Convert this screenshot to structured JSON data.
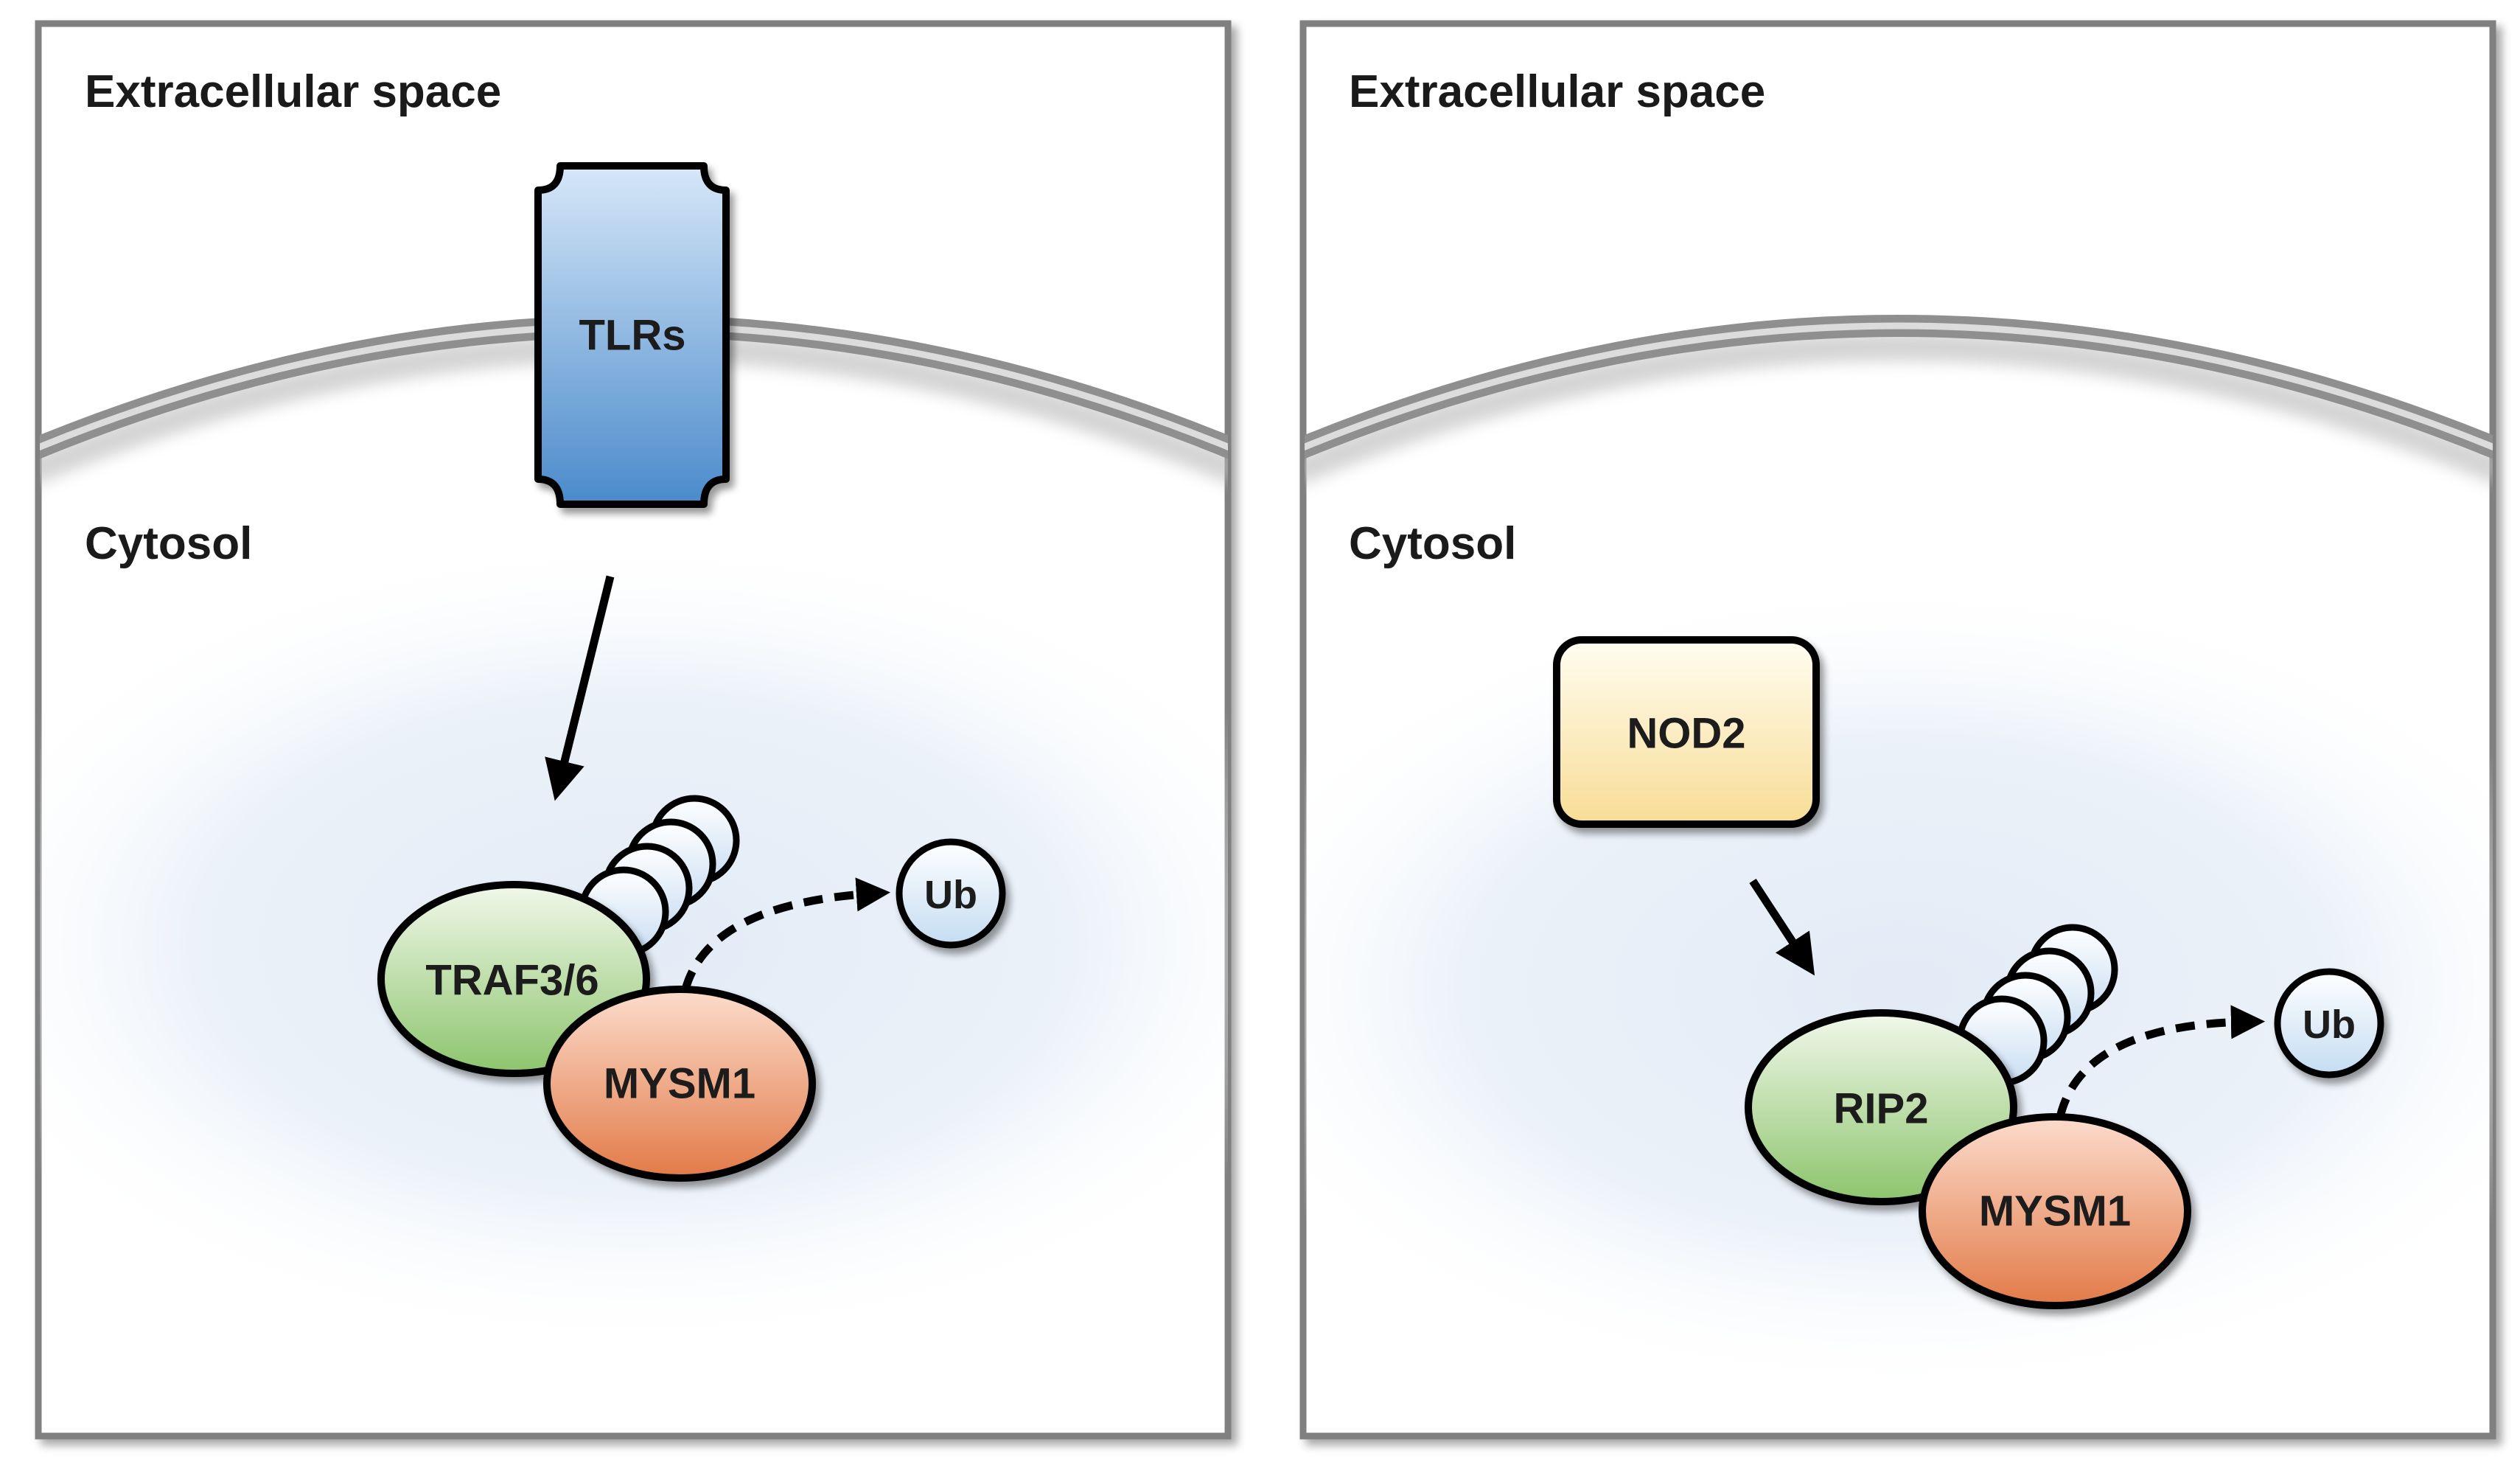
{
  "colors": {
    "panel_border": "#808080",
    "membrane": "#9a9a9a",
    "cytosol_glow": "#e4ecf6",
    "receptor_fill": "#4f8fcf",
    "nod_fill": "#fbe6a6",
    "adaptor_fill": "#9fcf86",
    "mysm1_fill": "#e8875c",
    "ub_fill": "#dcebf8",
    "outline": "#000000"
  },
  "panels": [
    {
      "extracellular_label": "Extracellular space",
      "cytosol_label": "Cytosol",
      "receptor_label": "TLRs",
      "adaptor_label": "TRAF3/6",
      "dub_label": "MYSM1",
      "ub_label": "Ub"
    },
    {
      "extracellular_label": "Extracellular space",
      "cytosol_label": "Cytosol",
      "sensor_label": "NOD2",
      "adaptor_label": "RIP2",
      "dub_label": "MYSM1",
      "ub_label": "Ub"
    }
  ]
}
